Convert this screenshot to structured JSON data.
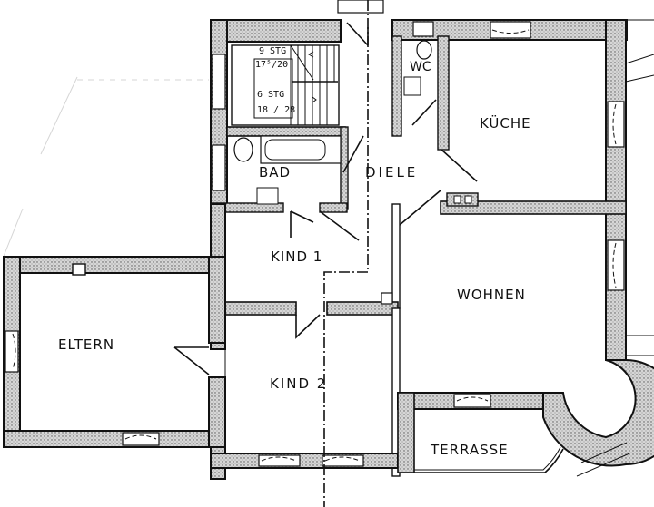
{
  "plan": {
    "type": "floor-plan",
    "rooms": [
      {
        "id": "kueche",
        "label": "KÜCHE"
      },
      {
        "id": "wc",
        "label": "WC"
      },
      {
        "id": "bad",
        "label": "BAD"
      },
      {
        "id": "diele",
        "label": "DIELE"
      },
      {
        "id": "kind1",
        "label": "KIND 1"
      },
      {
        "id": "wohnen",
        "label": "WOHNEN"
      },
      {
        "id": "eltern",
        "label": "ELTERN"
      },
      {
        "id": "kind2",
        "label": "KIND 2"
      },
      {
        "id": "terrasse",
        "label": "TERRASSE"
      }
    ],
    "stairs": {
      "upper": {
        "steps": "9 STG",
        "ratio": "17⁵/20"
      },
      "lower": {
        "steps": "6 STG",
        "ratio": "18 / 28"
      }
    },
    "colors": {
      "wall_fill": "#c9c9c9",
      "line": "#111111",
      "paper": "#ffffff"
    }
  }
}
